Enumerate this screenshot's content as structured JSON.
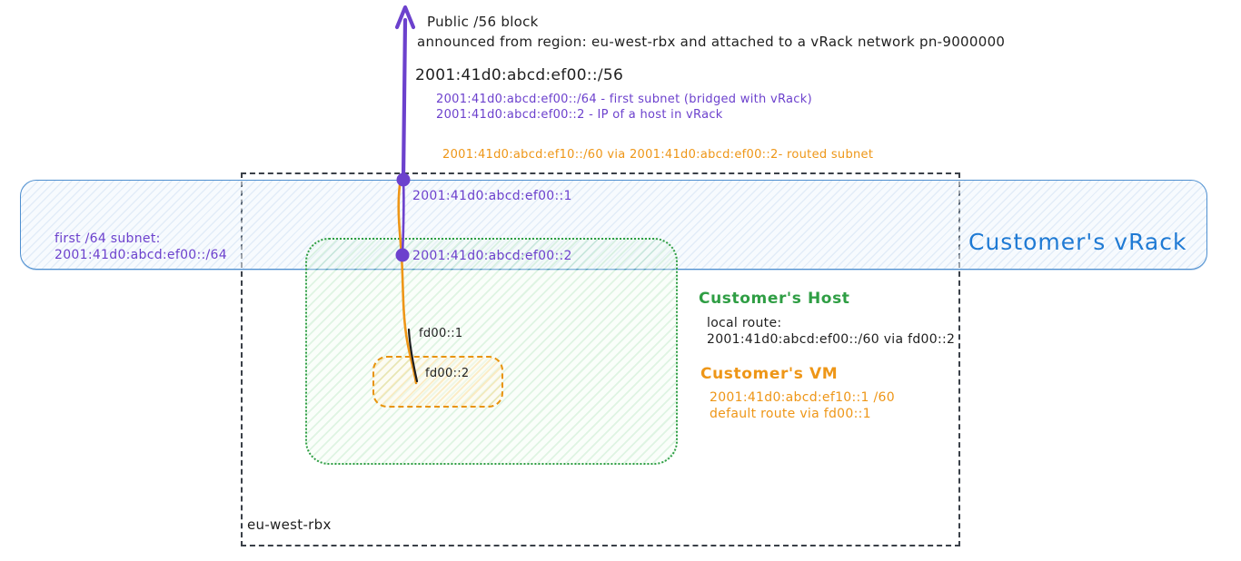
{
  "diagram": {
    "top_annotation": {
      "title": "Public /56 block",
      "subtitle": "announced from region: eu-west-rbx and attached to a vRack network pn-9000000",
      "cidr": "2001:41d0:abcd:ef00::/56",
      "bridged_subnet_note": "2001:41d0:abcd:ef00::/64 - first subnet (bridged with vRack)",
      "host_ip_note": "2001:41d0:abcd:ef00::2 - IP of a host in vRack",
      "routed_subnet_note": "2001:41d0:abcd:ef10::/60 via 2001:41d0:abcd:ef00::2- routed subnet"
    },
    "vrack": {
      "title": "Customer's vRack",
      "first_subnet_label": "first /64 subnet:",
      "first_subnet_cidr": "2001:41d0:abcd:ef00::/64",
      "gateway_ip": "2001:41d0:abcd:ef00::1",
      "host_ip": "2001:41d0:abcd:ef00::2"
    },
    "region": {
      "label": "eu-west-rbx"
    },
    "host": {
      "title": "Customer's Host",
      "local_route_label": "local route:",
      "local_route_value": "2001:41d0:abcd:ef00::/60 via fd00::2",
      "veth_host_ip": "fd00::1"
    },
    "vm": {
      "title": "Customer's VM",
      "ip": "2001:41d0:abcd:ef10::1 /60",
      "default_route": "default route via fd00::1",
      "veth_vm_ip": "fd00::2"
    },
    "colors": {
      "purple": "#6c41cd",
      "orange": "#ee9617",
      "green": "#2f9e44",
      "blue_text": "#1f7ad4",
      "blue_border": "#4e8fd0",
      "black": "#1f1f1f",
      "region_border": "#3a4048"
    }
  }
}
